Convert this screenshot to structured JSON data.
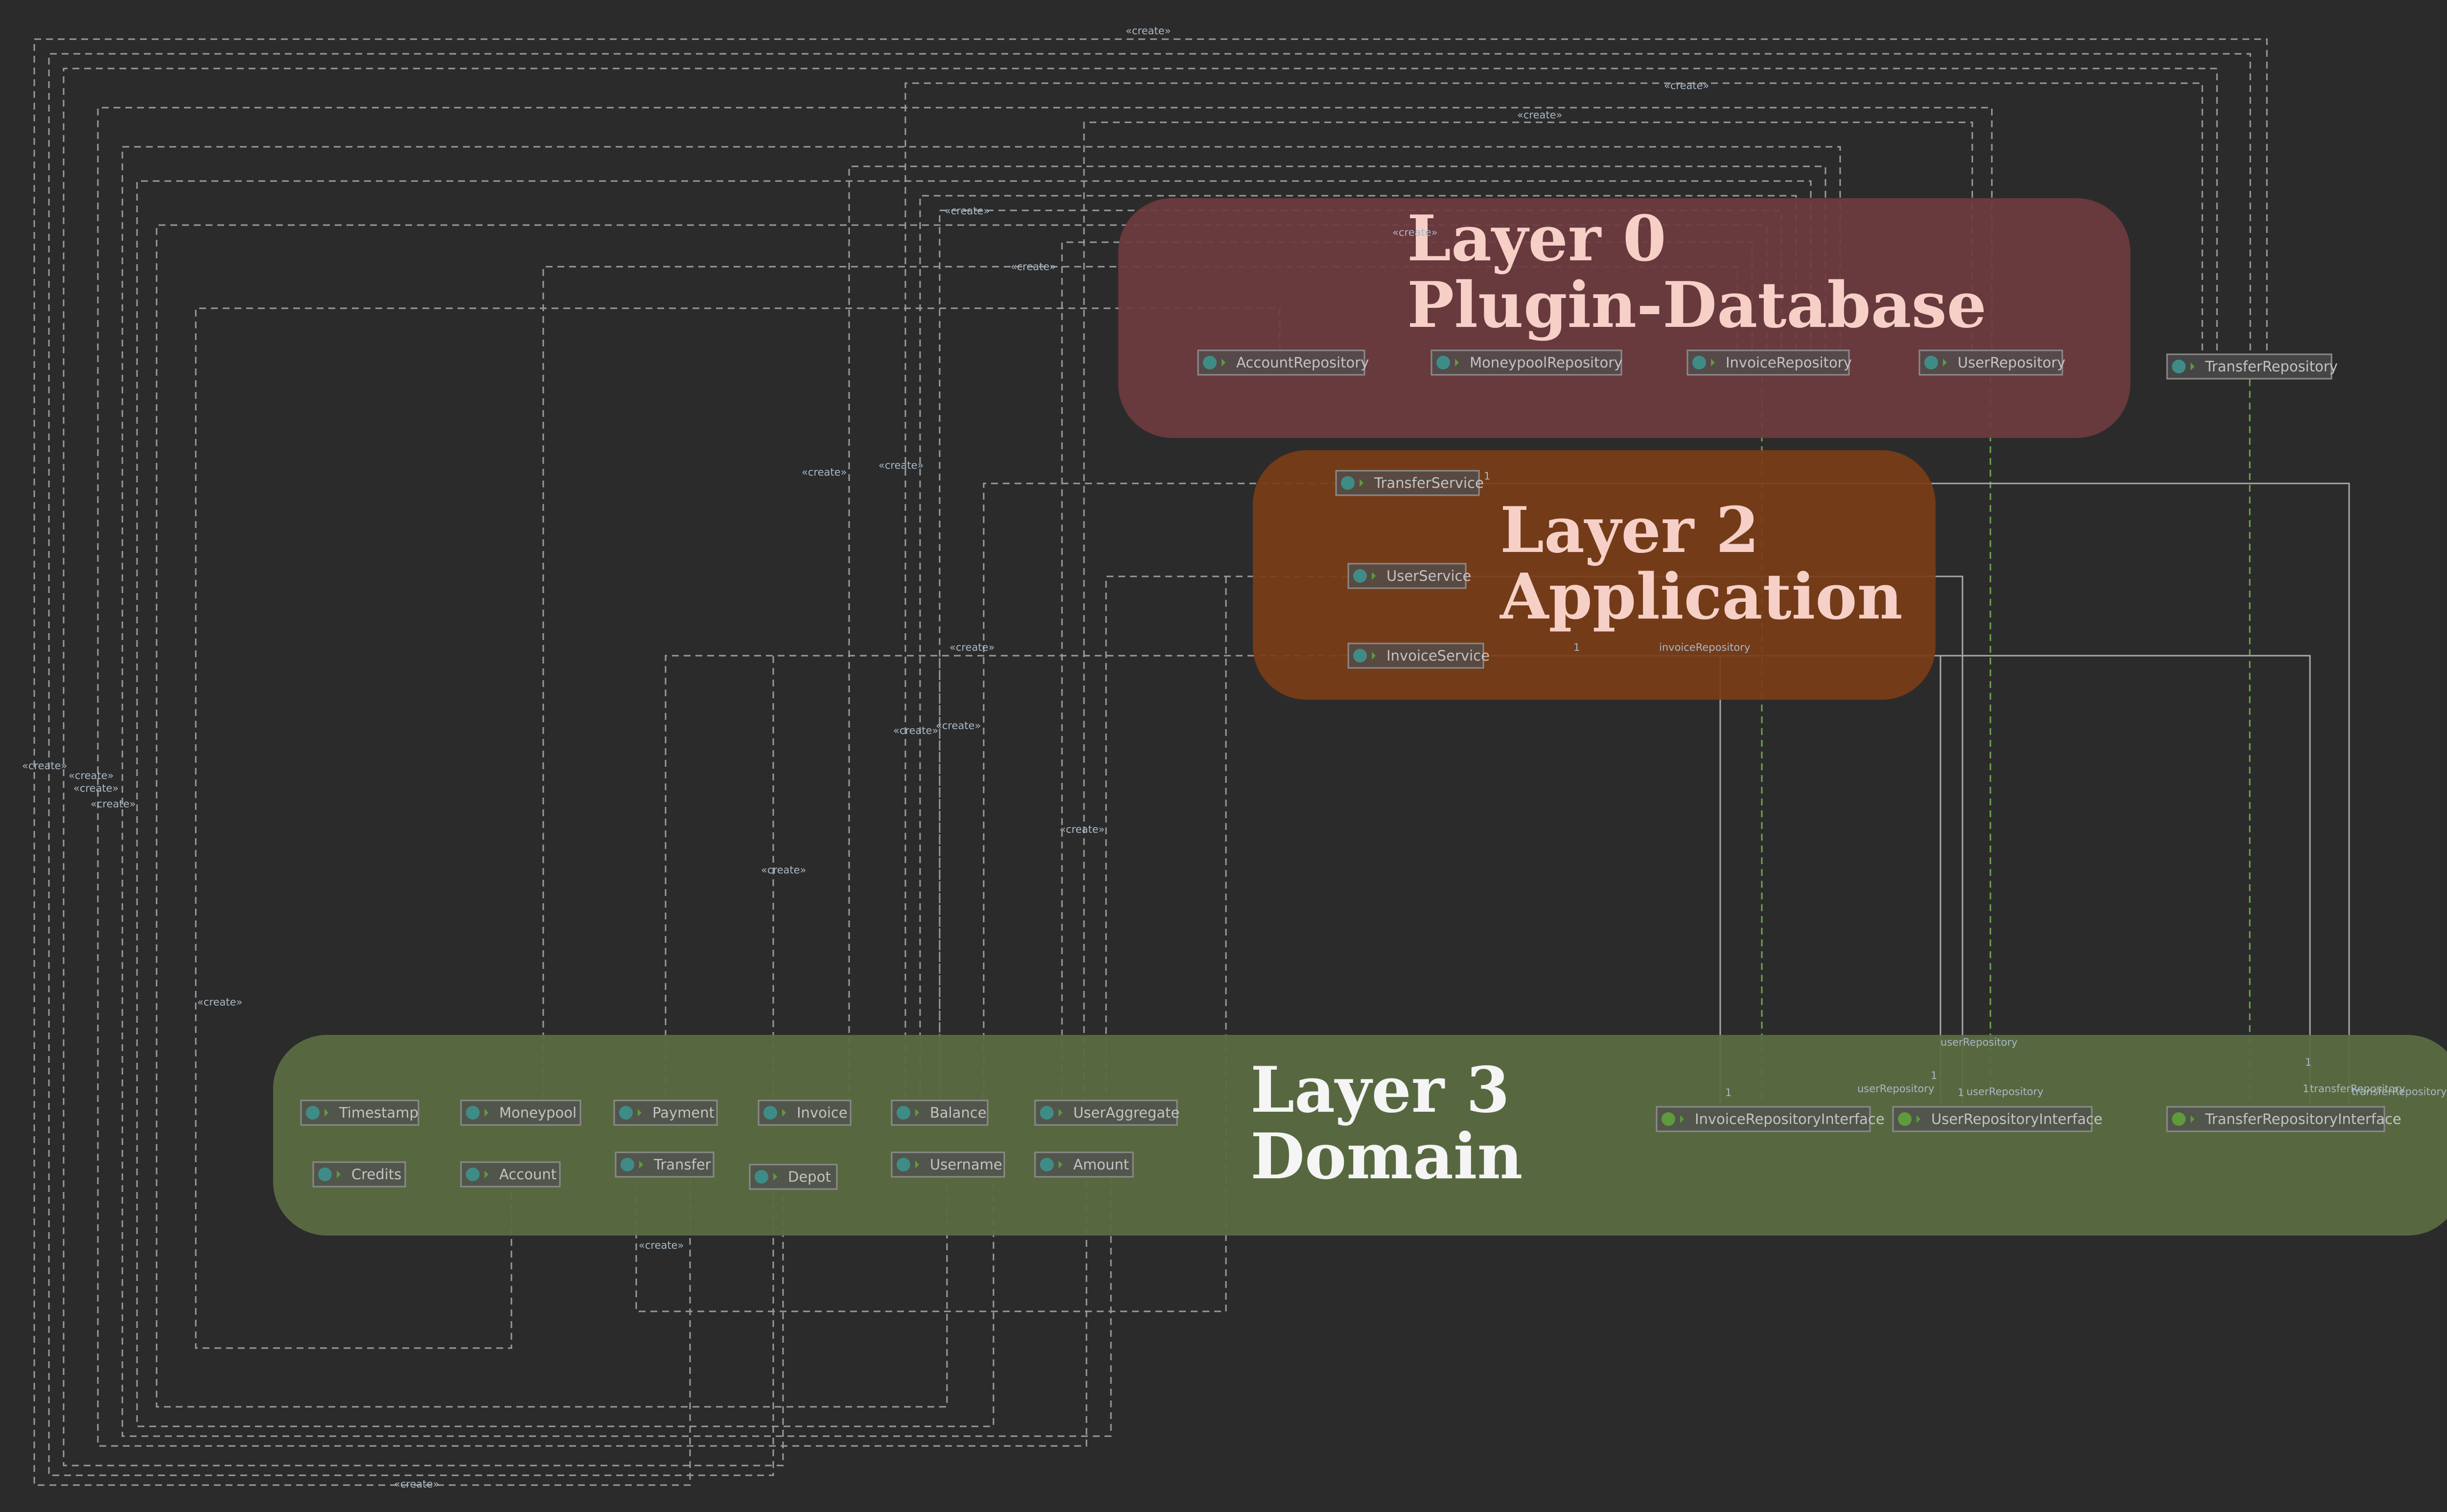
{
  "layers": {
    "plugin": {
      "line1": "Layer 0",
      "line2": "Plugin-Database",
      "color": "#6e3b3f"
    },
    "application": {
      "line1": "Layer 2",
      "line2": "Application",
      "color": "#7a3d17"
    },
    "domain": {
      "line1": "Layer 3",
      "line2": "Domain",
      "color": "#5a6b41"
    }
  },
  "plugin_classes": [
    {
      "id": "account-repository",
      "label": "AccountRepository",
      "kind": "class"
    },
    {
      "id": "moneypool-repository",
      "label": "MoneypoolRepository",
      "kind": "class"
    },
    {
      "id": "invoice-repository",
      "label": "InvoiceRepository",
      "kind": "class"
    },
    {
      "id": "user-repository",
      "label": "UserRepository",
      "kind": "class"
    },
    {
      "id": "transfer-repository",
      "label": "TransferRepository",
      "kind": "class"
    }
  ],
  "application_classes": [
    {
      "id": "transfer-service",
      "label": "TransferService",
      "kind": "class"
    },
    {
      "id": "user-service",
      "label": "UserService",
      "kind": "class"
    },
    {
      "id": "invoice-service",
      "label": "InvoiceService",
      "kind": "class"
    }
  ],
  "domain_classes": [
    {
      "id": "timestamp",
      "label": "Timestamp",
      "kind": "class"
    },
    {
      "id": "moneypool",
      "label": "Moneypool",
      "kind": "class"
    },
    {
      "id": "payment",
      "label": "Payment",
      "kind": "class"
    },
    {
      "id": "invoice",
      "label": "Invoice",
      "kind": "class"
    },
    {
      "id": "balance",
      "label": "Balance",
      "kind": "class"
    },
    {
      "id": "user-aggregate",
      "label": "UserAggregate",
      "kind": "class"
    },
    {
      "id": "credits",
      "label": "Credits",
      "kind": "class"
    },
    {
      "id": "account",
      "label": "Account",
      "kind": "class"
    },
    {
      "id": "transfer",
      "label": "Transfer",
      "kind": "class"
    },
    {
      "id": "depot",
      "label": "Depot",
      "kind": "class"
    },
    {
      "id": "username",
      "label": "Username",
      "kind": "class"
    },
    {
      "id": "amount",
      "label": "Amount",
      "kind": "class"
    },
    {
      "id": "invoice-repository-interface",
      "label": "InvoiceRepositoryInterface",
      "kind": "interface"
    },
    {
      "id": "user-repository-interface",
      "label": "UserRepositoryInterface",
      "kind": "interface"
    },
    {
      "id": "transfer-repository-interface",
      "label": "TransferRepositoryInterface",
      "kind": "interface"
    }
  ],
  "edge_labels": {
    "create": "«create»",
    "invoice_repository": "invoiceRepository",
    "user_repository": "userRepository",
    "transfer_repository": "transferRepository",
    "multiplicity_one": "1"
  },
  "colors": {
    "background": "#2b2b2b",
    "node_fill": "#4f4f4f",
    "node_stroke": "#8a8a8a",
    "class_icon": "#3f8c87",
    "interface_icon": "#5f9a3c",
    "wire": "#9a9a9a",
    "implements": "#6aa84f",
    "title_light": "#f6d0c7",
    "title_white": "#f5f5f5"
  }
}
